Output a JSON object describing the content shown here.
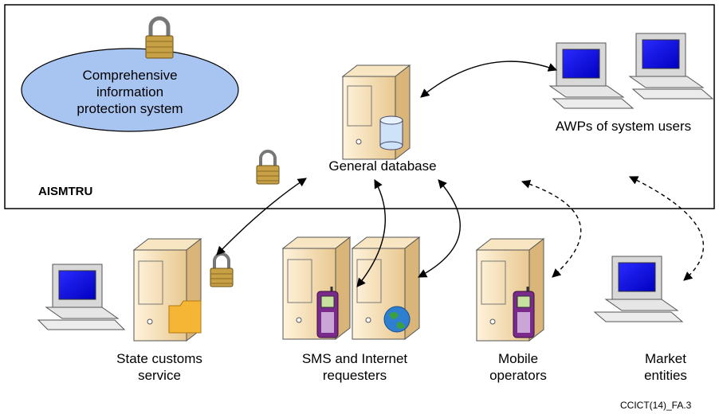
{
  "system_label": "AISMTRU",
  "protection_label": "Comprehensive information protection system",
  "protection_lines": [
    "Comprehensive",
    "information",
    "protection system"
  ],
  "database_label": "General database",
  "awp_label": "AWPs of system users",
  "customs_lines": [
    "State customs",
    "service"
  ],
  "sms_lines": [
    "SMS and Internet",
    "requesters"
  ],
  "mobile_lines": [
    "Mobile",
    "operators"
  ],
  "market_lines": [
    "Market",
    "entities"
  ],
  "figure_ref": "CCICT(14)_FA.3",
  "colors": {
    "ellipse_fill": "#a8c4f0",
    "server_fill": "#f5deb0",
    "screen_blue": "#0000ff",
    "lock_body": "#c8a045",
    "folder": "#f5b635"
  },
  "icons": [
    "padlock-icon",
    "server-icon",
    "database-icon",
    "workstation-icon",
    "mobile-phone-icon",
    "globe-icon",
    "folder-icon"
  ]
}
